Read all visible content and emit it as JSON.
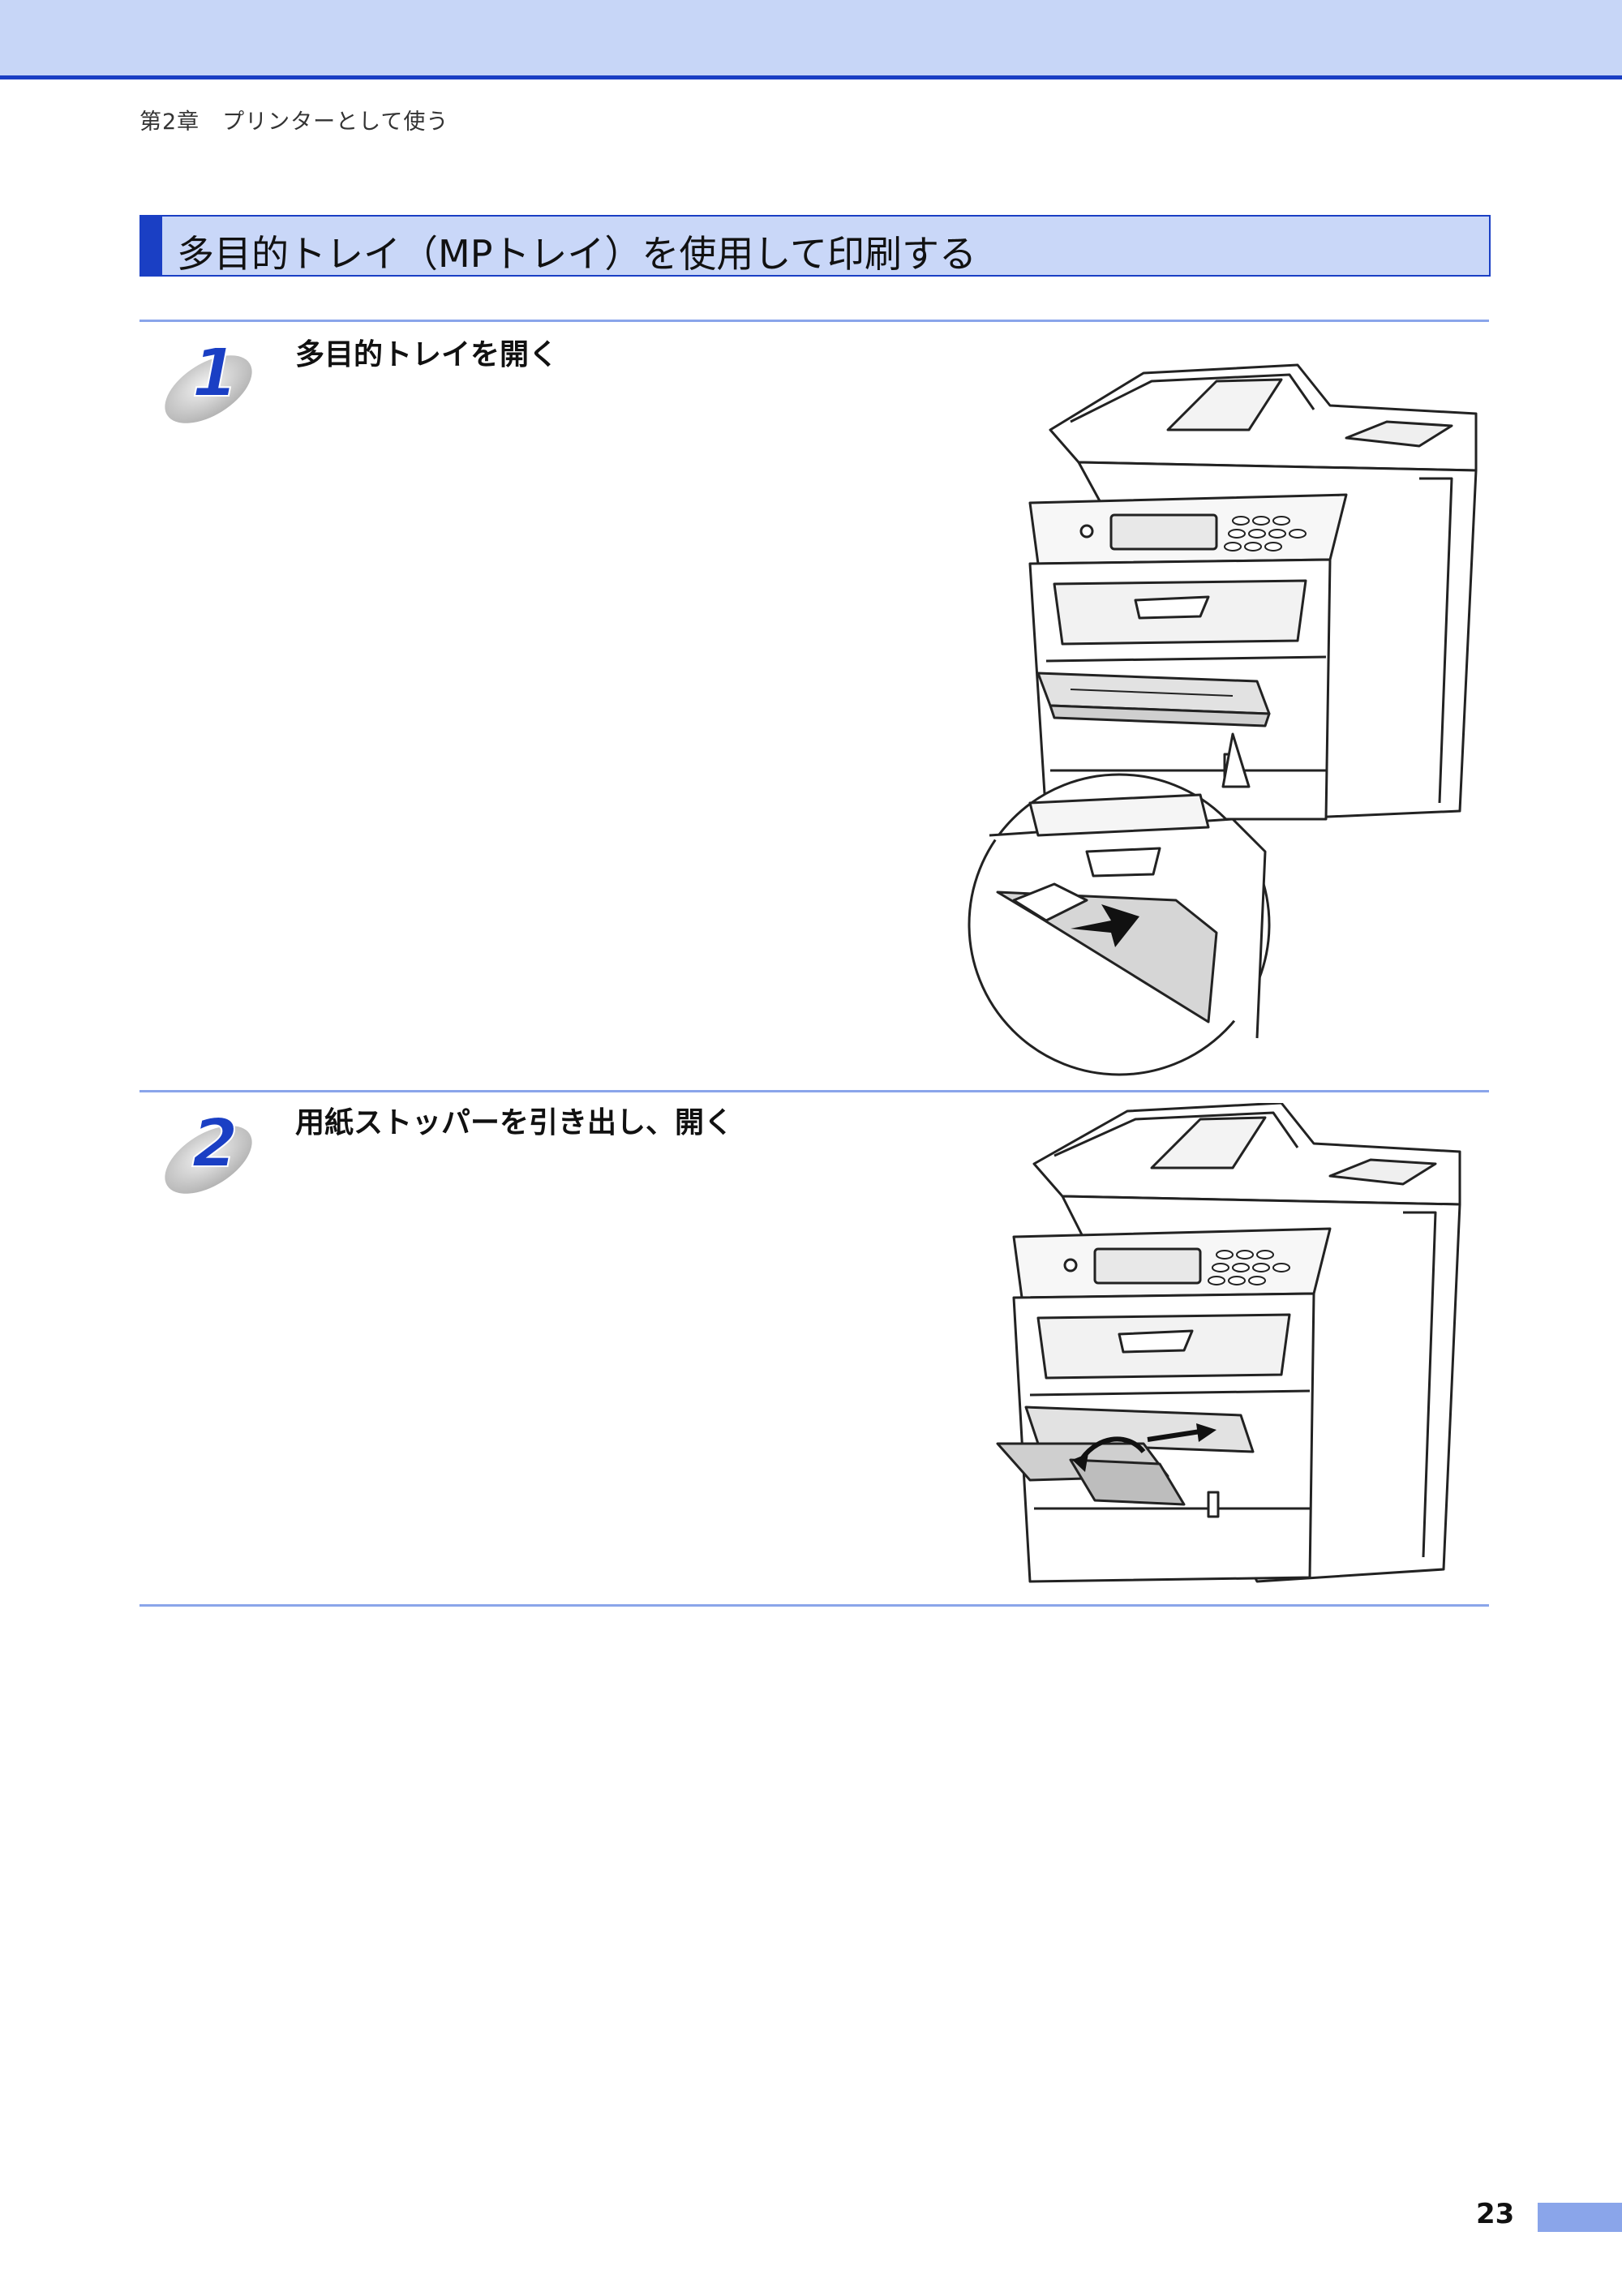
{
  "header": {
    "chapter": "第2章　プリンターとして使う"
  },
  "section": {
    "title": "多目的トレイ（MPトレイ）を使用して印刷する"
  },
  "steps": [
    {
      "number": "1",
      "text": "多目的トレイを開く"
    },
    {
      "number": "2",
      "text": "用紙ストッパーを引き出し、開く"
    }
  ],
  "footer": {
    "page_number": "23"
  },
  "colors": {
    "accent": "#1a3fc4",
    "band": "#c7d6f7",
    "rule": "#8aa5ea"
  }
}
